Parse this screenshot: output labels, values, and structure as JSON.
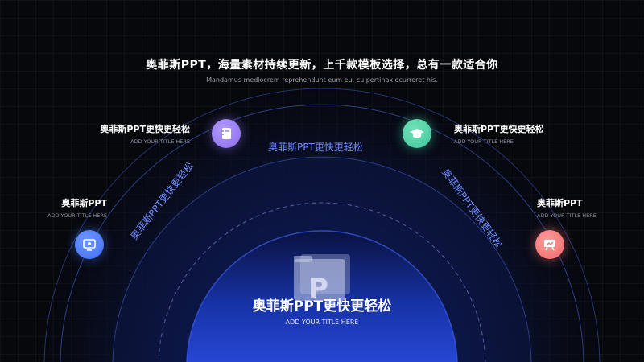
{
  "header": {
    "title": "奥菲斯PPT，海量素材持续更新，上千款模板选择，总有一款适合你",
    "subtitle": "Mandamus mediocrem reprehendunt eum eu, cu pertinax ocurreret his."
  },
  "arc_labels": {
    "top": "奥菲斯PPT更快更轻松",
    "left": "奥菲斯PPT更快更轻松",
    "right": "奥菲斯PPT更快更轻松"
  },
  "center": {
    "title": "奥菲斯PPT更快更轻松",
    "subtitle": "ADD YOUR TITLE HERE"
  },
  "items": [
    {
      "title": "奥菲斯PPT",
      "subtitle": "ADD YOUR TITLE HERE",
      "icon": "presentation-icon",
      "color": "#3f6ef0"
    },
    {
      "title": "奥菲斯PPT更快更轻松",
      "subtitle": "ADD YOUR TITLE HERE",
      "icon": "notebook-icon",
      "color": "#8a6be8"
    },
    {
      "title": "奥菲斯PPT更快更轻松",
      "subtitle": "ADD YOUR TITLE HERE",
      "icon": "graduation-cap-icon",
      "color": "#3fc79a"
    },
    {
      "title": "奥菲斯PPT",
      "subtitle": "ADD YOUR TITLE HERE",
      "icon": "easel-icon",
      "color": "#ef6a6a"
    }
  ]
}
